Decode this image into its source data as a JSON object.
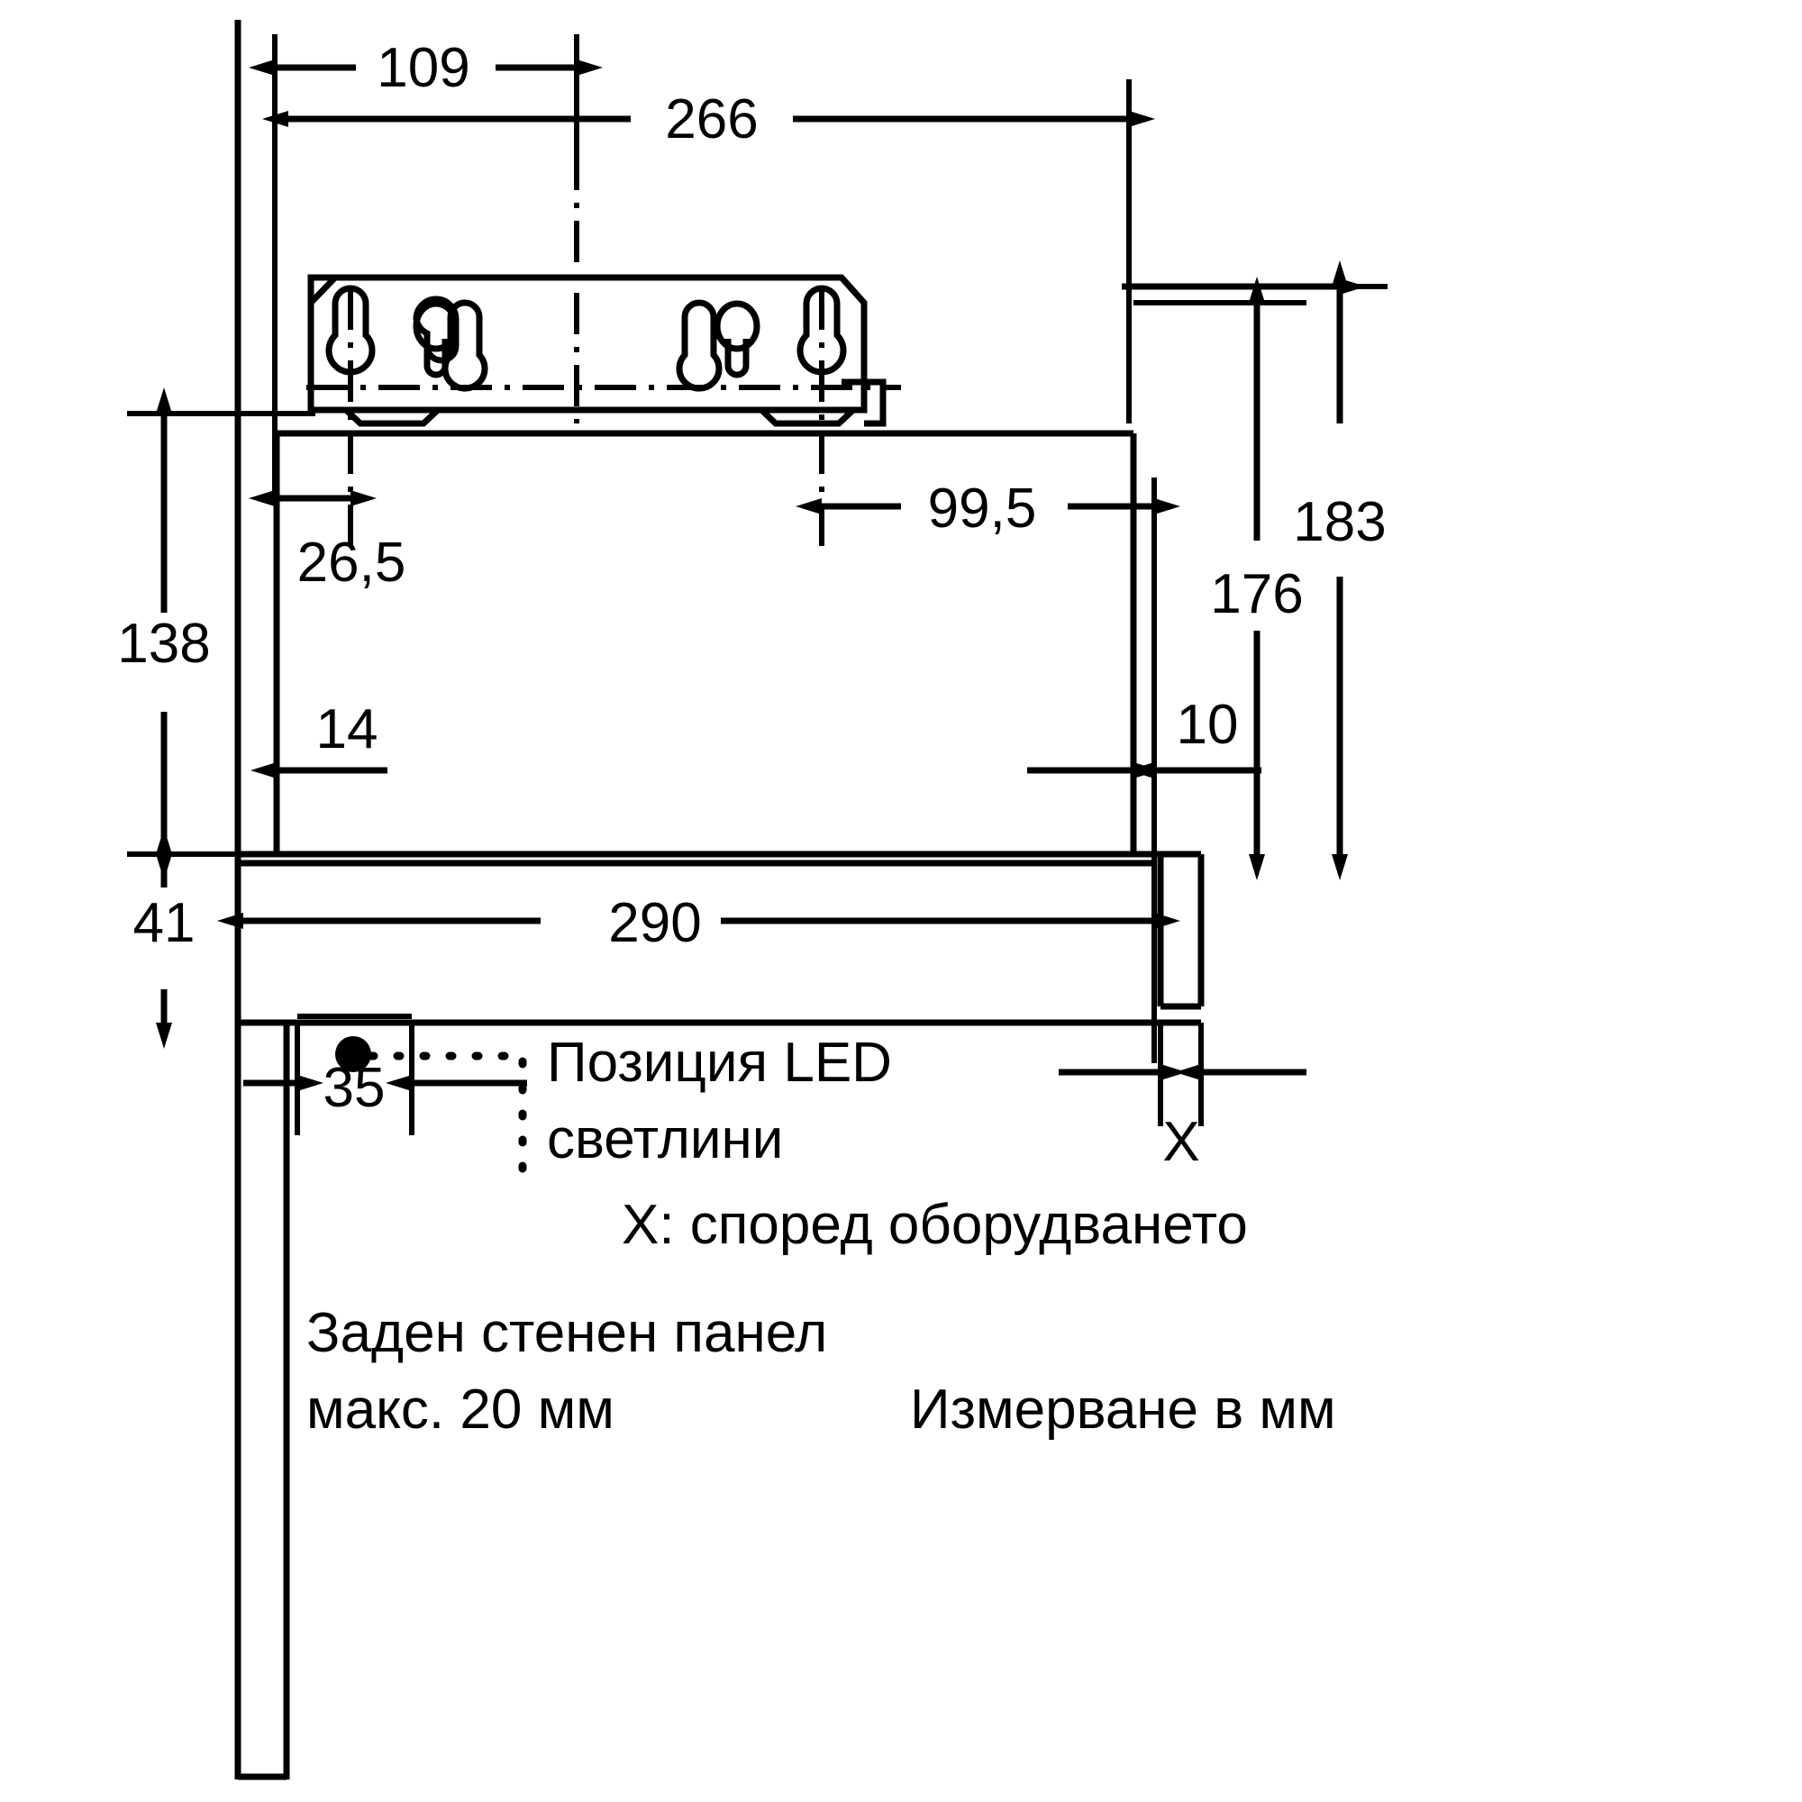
{
  "drawing": {
    "title": "Telescopic cooker hood installation dimensions",
    "units_note": "Измерване в мм",
    "stroke_color": "#000000",
    "background_color": "#ffffff"
  },
  "dimensions": {
    "d109": "109",
    "d266": "266",
    "d183": "183",
    "d176": "176",
    "d99_5": "99,5",
    "d26_5": "26,5",
    "d138": "138",
    "d14": "14",
    "d10": "10",
    "d41": "41",
    "d290": "290",
    "d35": "35",
    "dX": "X"
  },
  "annotations": {
    "led_position_line1": "Позиция LED",
    "led_position_line2": "светлини",
    "x_note": "X: според оборудването",
    "back_panel_line1": "Заден стенен панел",
    "back_panel_line2": "макс. 20 мм",
    "measure_note": "Измерване в мм"
  }
}
